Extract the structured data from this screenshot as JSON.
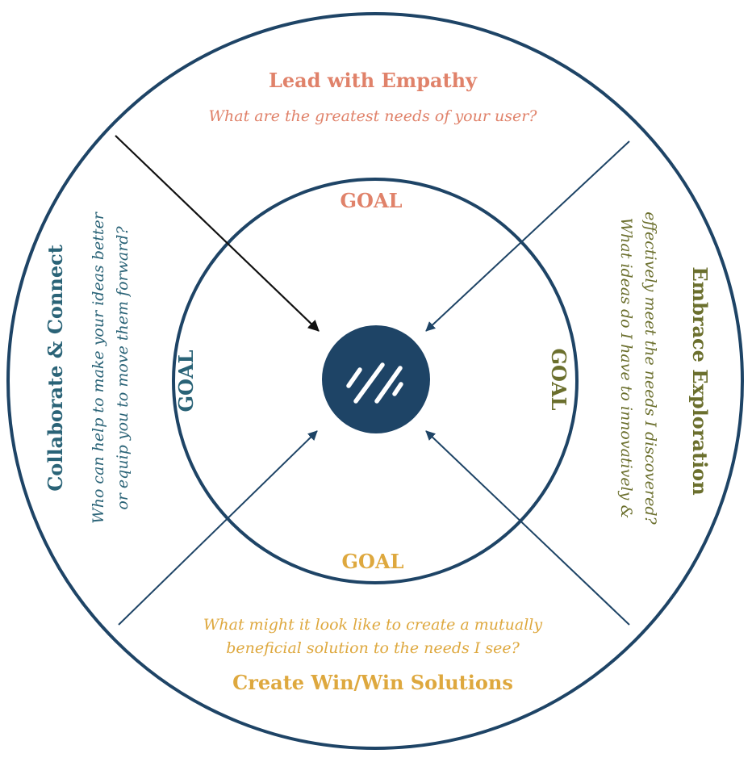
{
  "colors": {
    "navy": "#1e4466",
    "empathy": "#e0826a",
    "exploration": "#6b6f2d",
    "winwin": "#dea83e",
    "collaborate": "#2a6377",
    "arrow_dark": "#111111"
  },
  "segments": {
    "top": {
      "title": "Lead with Empathy",
      "question_lines": [
        "What are the greatest needs of your user?"
      ],
      "goal": "GOAL"
    },
    "right": {
      "title": "Embrace Exploration",
      "question_lines": [
        "What ideas do I have to innovatively &",
        "effectively meet the needs I discovered?"
      ],
      "goal": "GOAL"
    },
    "bottom": {
      "title": "Create Win/Win Solutions",
      "question_lines": [
        "What might it look like to create a mutually",
        "beneficial solution to the needs I see?"
      ],
      "goal": "GOAL"
    },
    "left": {
      "title": "Collaborate & Connect",
      "question_lines": [
        "Who can help to make your ideas better",
        "or equip you to move them forward?"
      ],
      "goal": "GOAL"
    }
  },
  "center_icon": "three-slash-lines-icon"
}
